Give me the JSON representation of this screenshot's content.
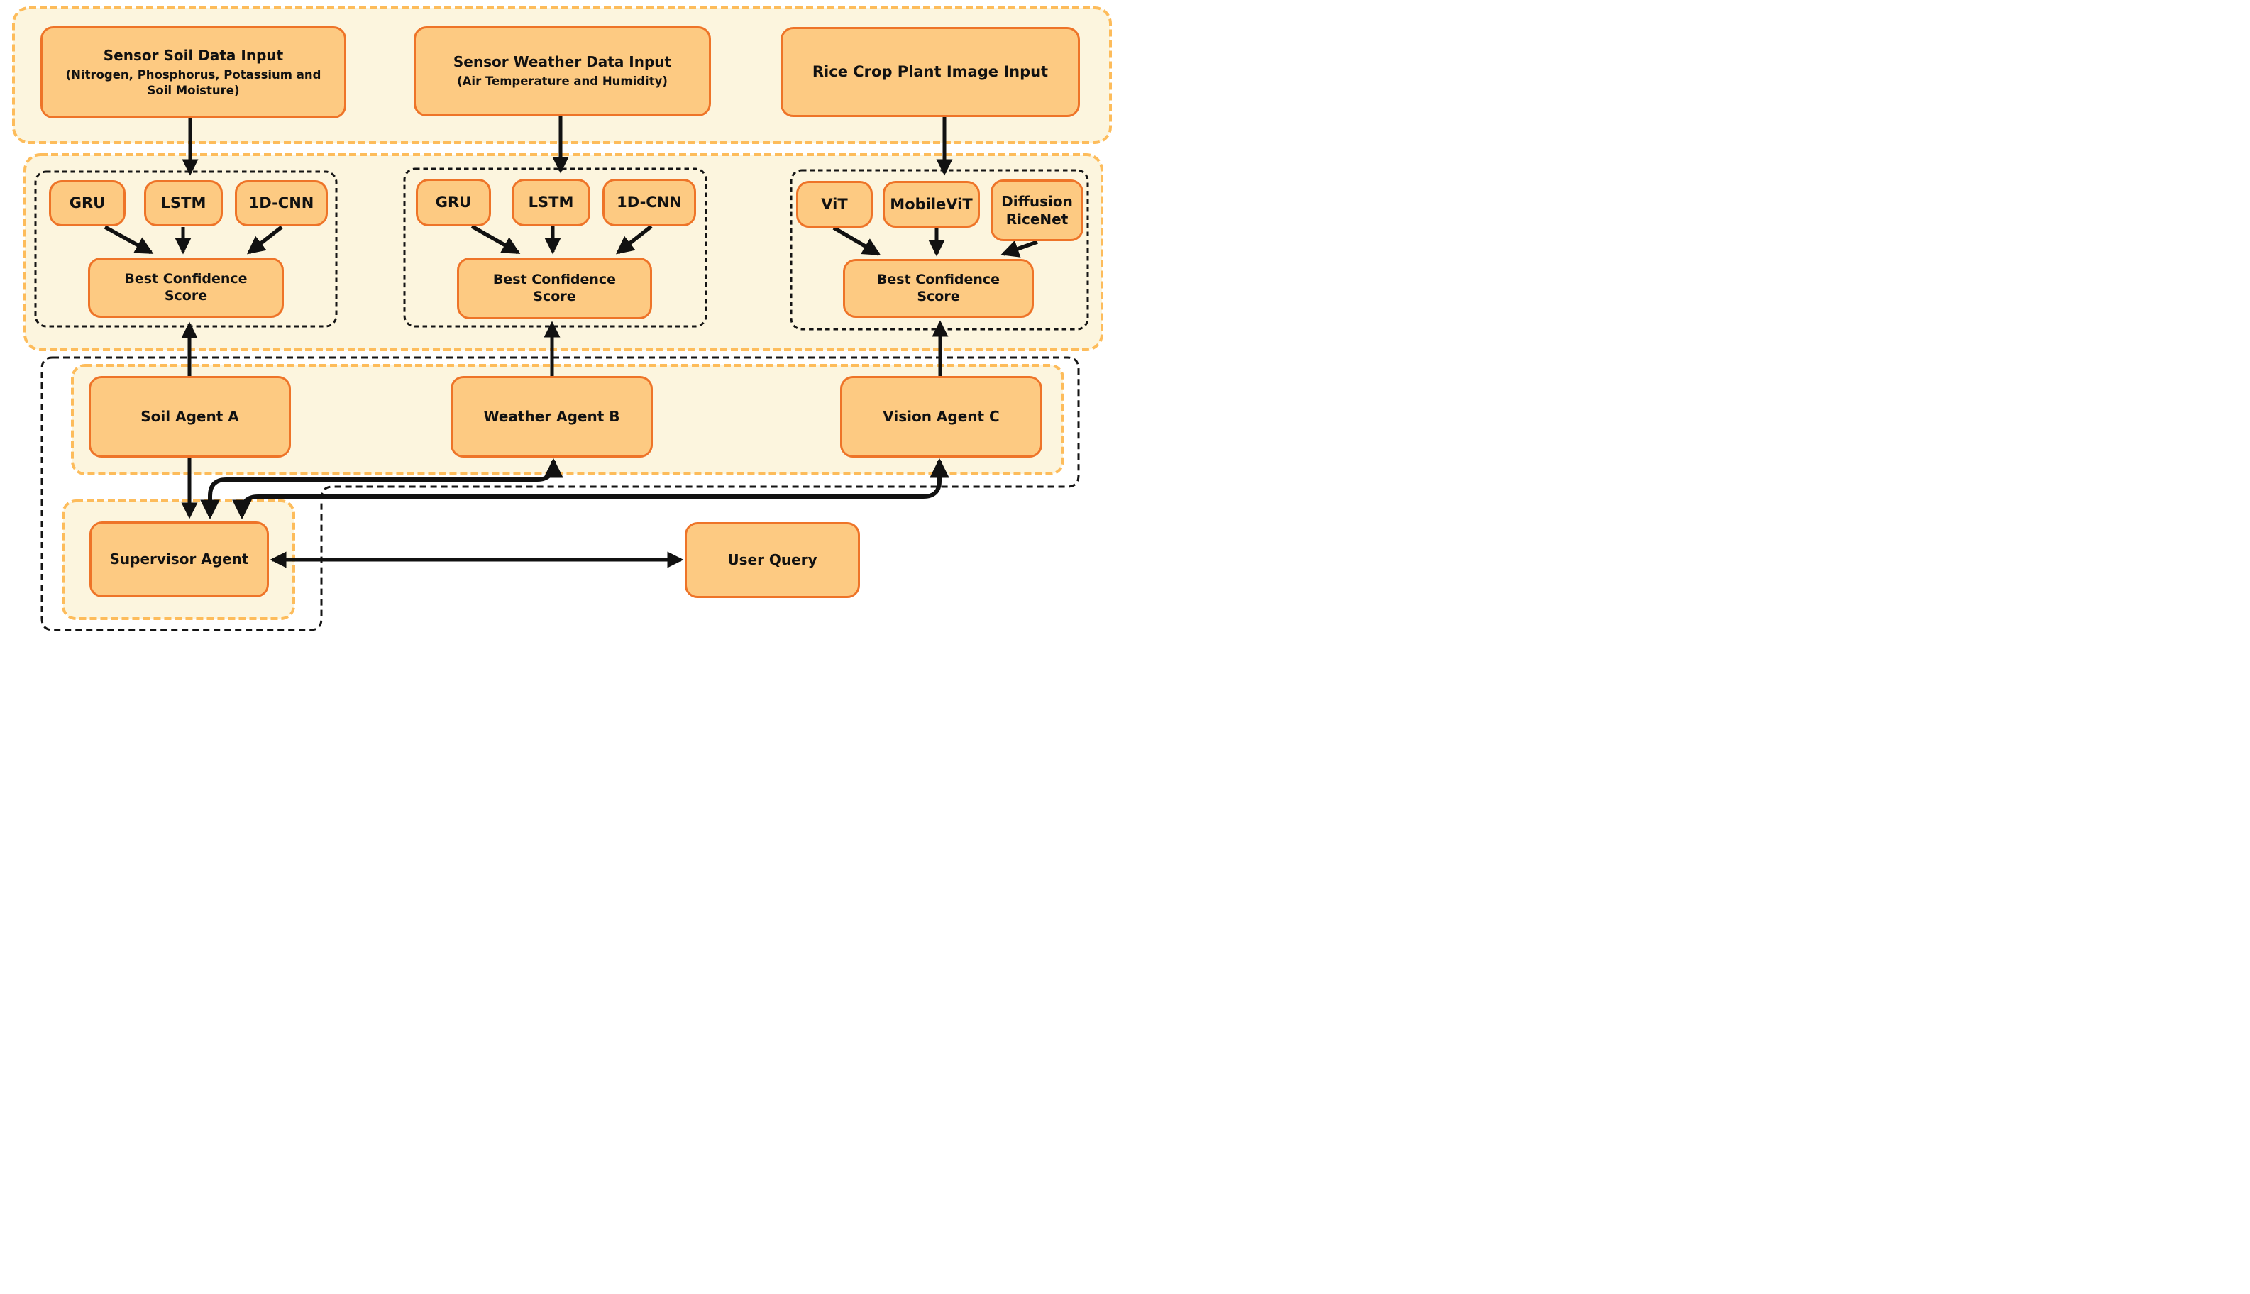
{
  "colors": {
    "node_fill": "#FDCA82",
    "node_border": "#EE7428",
    "panel_fill": "#FCF5DE",
    "panel_border": "#FDBC5B",
    "group_border": "#141414",
    "arrow": "#111111",
    "background": "#FFFFFF"
  },
  "inputs": {
    "soil": {
      "title": "Sensor Soil Data Input",
      "subtitle": "(Nitrogen, Phosphorus, Potassium and Soil Moisture)"
    },
    "weather": {
      "title": "Sensor Weather Data Input",
      "subtitle": "(Air Temperature and Humidity)"
    },
    "vision": {
      "title": "Rice Crop Plant Image Input"
    }
  },
  "model_groups": {
    "soil": {
      "models": [
        "GRU",
        "LSTM",
        "1D-CNN"
      ],
      "output": "Best Confidence Score"
    },
    "weather": {
      "models": [
        "GRU",
        "LSTM",
        "1D-CNN"
      ],
      "output": "Best Confidence Score"
    },
    "vision": {
      "models": [
        "ViT",
        "MobileViT",
        "Diffusion RiceNet"
      ],
      "output": "Best Confidence Score"
    }
  },
  "agents": {
    "soil": "Soil Agent A",
    "weather": "Weather Agent B",
    "vision": "Vision Agent C"
  },
  "supervisor": {
    "label": "Supervisor Agent"
  },
  "user_query": {
    "label": "User Query"
  }
}
